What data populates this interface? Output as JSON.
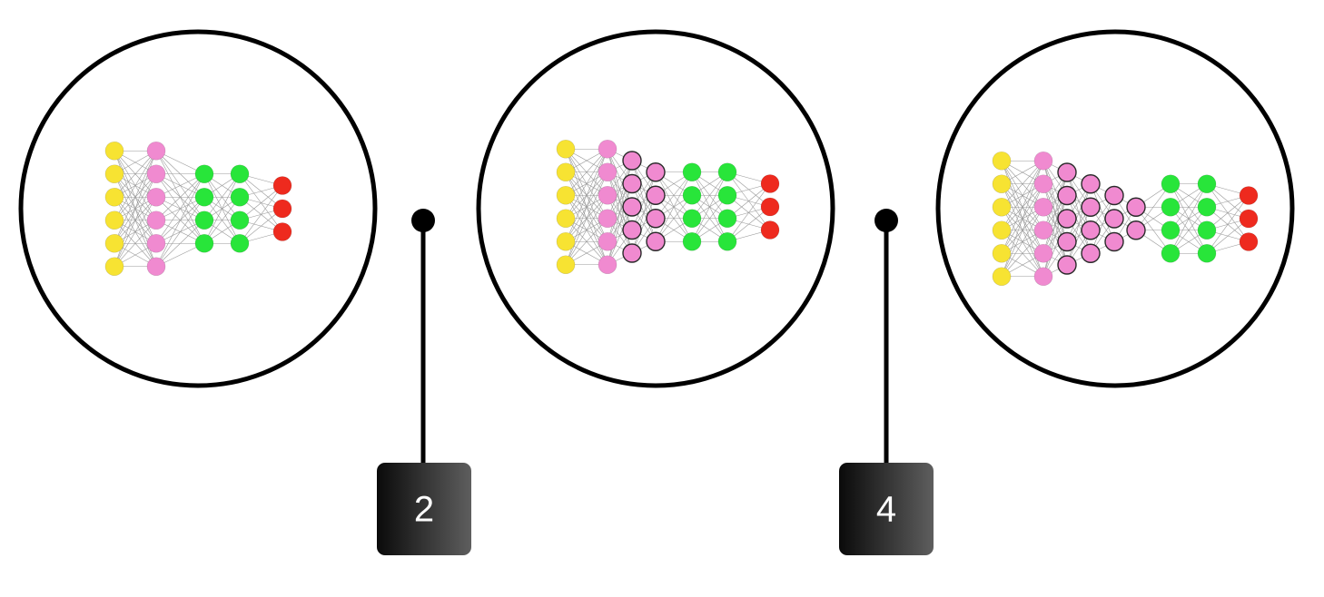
{
  "colors": {
    "background": "#ffffff",
    "outline": "#000000",
    "edge": "#9a9a9a",
    "badge_dark": "#0a0a0a",
    "badge_light": "#5e5e5e",
    "badge_text": "#ffffff"
  },
  "layer_colors": {
    "input": "#f7e332",
    "hidden_a": "#f08ad0",
    "hidden_b": "#28e53a",
    "output": "#ee2a1e"
  },
  "networks": [
    {
      "name": "network-1",
      "layers": [
        {
          "type": "input",
          "count": 6
        },
        {
          "type": "hidden_a",
          "count": 6
        },
        {
          "type": "hidden_b",
          "count": 4
        },
        {
          "type": "hidden_b",
          "count": 4
        },
        {
          "type": "output",
          "count": 3
        }
      ]
    },
    {
      "name": "network-3",
      "layers": [
        {
          "type": "input",
          "count": 6
        },
        {
          "type": "hidden_a",
          "count": 6
        },
        {
          "type": "hidden_a",
          "count": 5,
          "outlined": true
        },
        {
          "type": "hidden_a",
          "count": 4,
          "outlined": true
        },
        {
          "type": "hidden_b",
          "count": 4
        },
        {
          "type": "hidden_b",
          "count": 4
        },
        {
          "type": "output",
          "count": 3
        }
      ]
    },
    {
      "name": "network-5",
      "layers": [
        {
          "type": "input",
          "count": 6
        },
        {
          "type": "hidden_a",
          "count": 6
        },
        {
          "type": "hidden_a",
          "count": 5,
          "outlined": true
        },
        {
          "type": "hidden_a",
          "count": 4,
          "outlined": true
        },
        {
          "type": "hidden_a",
          "count": 3,
          "outlined": true
        },
        {
          "type": "hidden_a",
          "count": 2,
          "outlined": true
        },
        {
          "type": "hidden_b",
          "count": 4
        },
        {
          "type": "hidden_b",
          "count": 4
        },
        {
          "type": "output",
          "count": 3
        }
      ]
    }
  ],
  "steps": [
    {
      "label": "2"
    },
    {
      "label": "4"
    }
  ]
}
